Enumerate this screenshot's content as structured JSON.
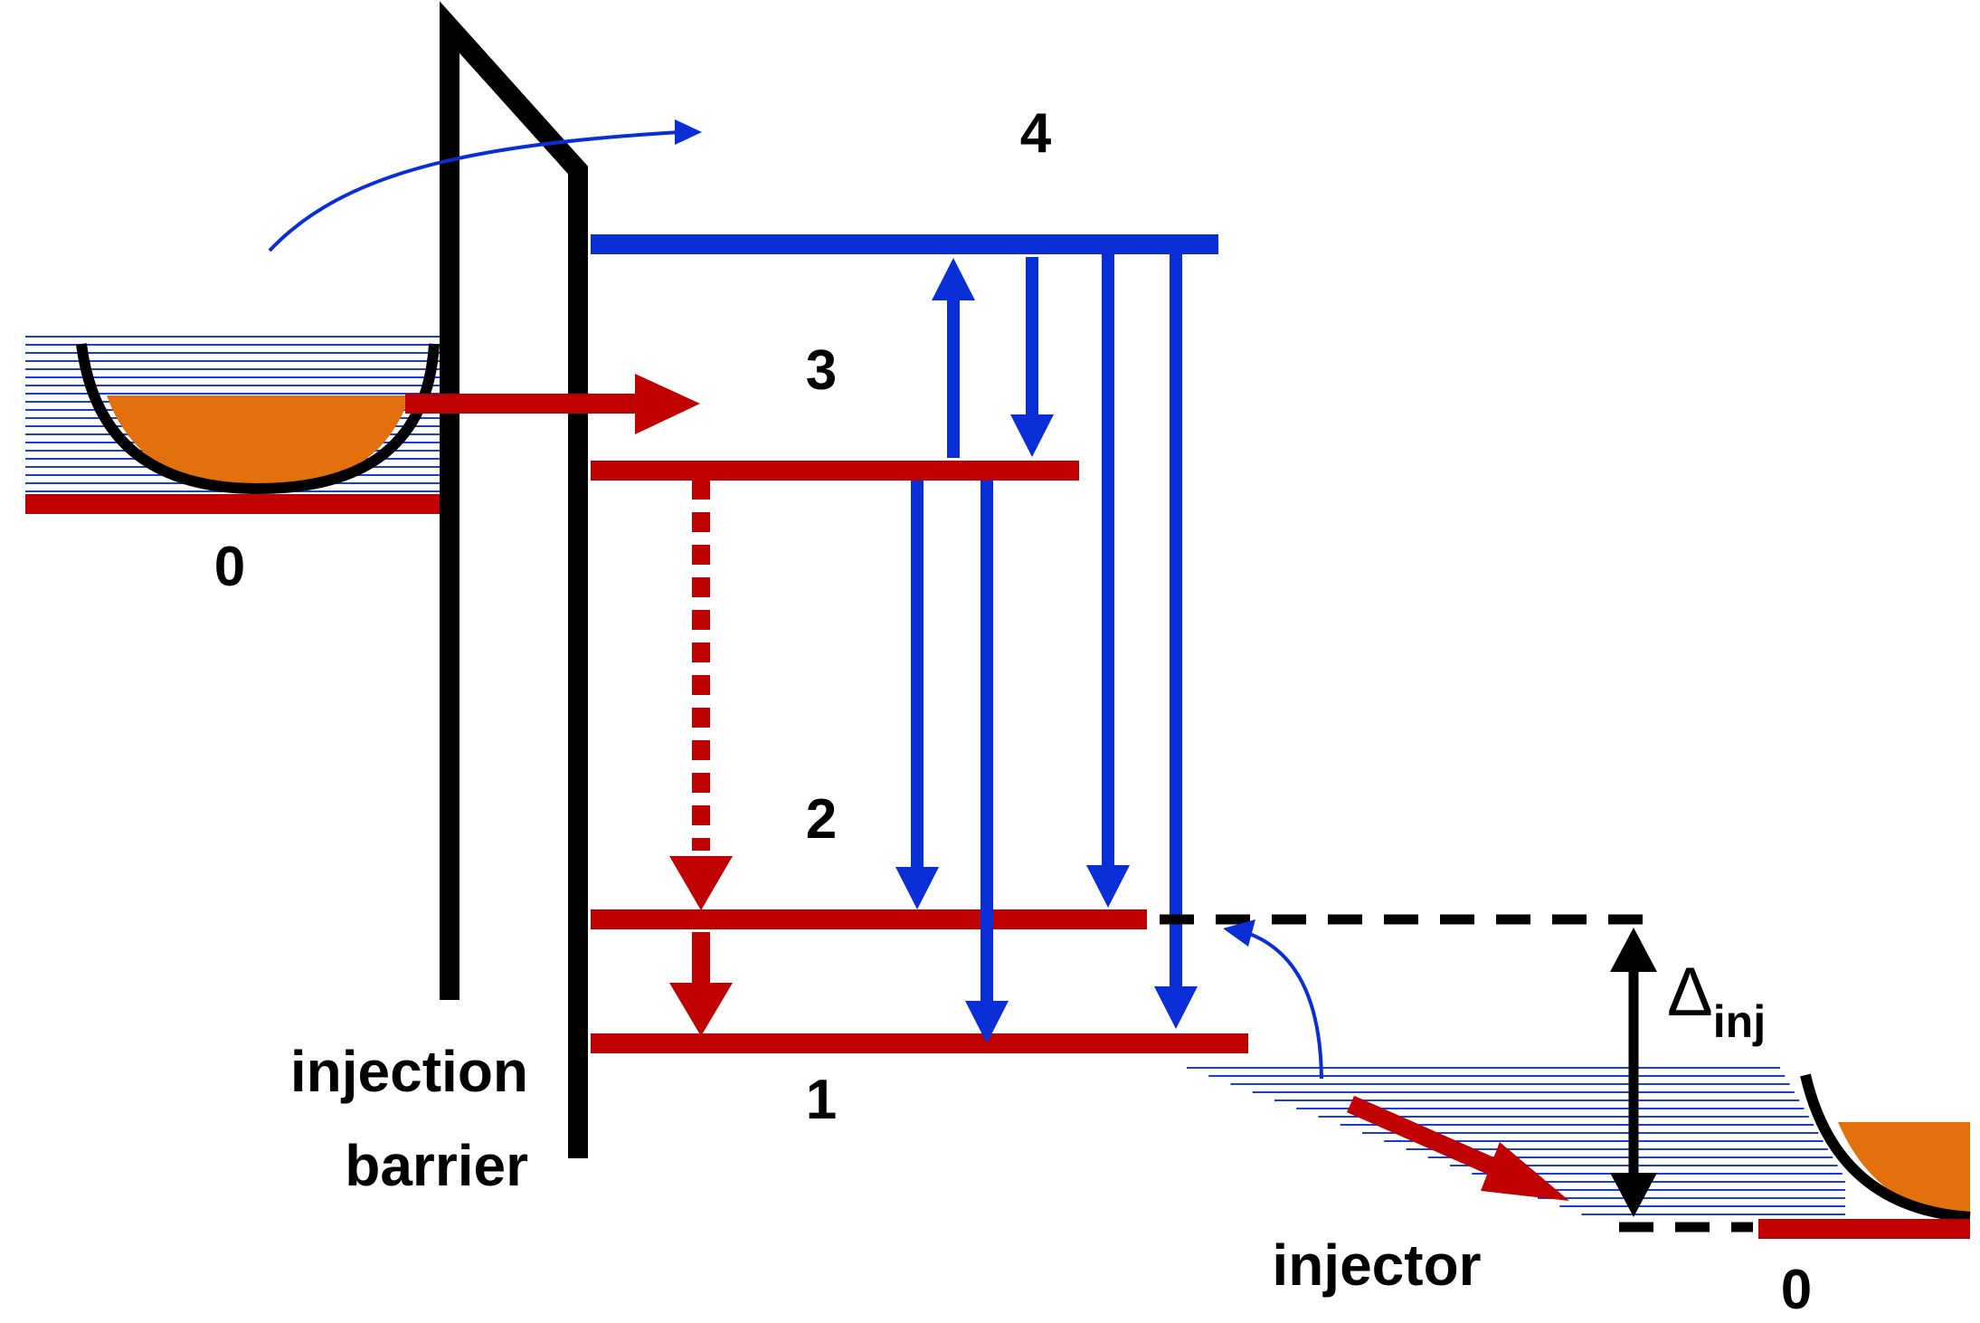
{
  "colors": {
    "black": "#000000",
    "blue": "#0a2ed6",
    "red": "#c00000",
    "orange": "#e2700c",
    "hatch": "#1a3fd8",
    "background": "#ffffff"
  },
  "levels": {
    "level_4": "4",
    "level_3": "3",
    "level_2": "2",
    "level_1": "1",
    "left_ground": "0",
    "right_ground": "0"
  },
  "labels": {
    "barrier_line1": "injection",
    "barrier_line2": "barrier",
    "injector": "injector",
    "delta_symbol": "Δ",
    "delta_subscript": "inj"
  }
}
